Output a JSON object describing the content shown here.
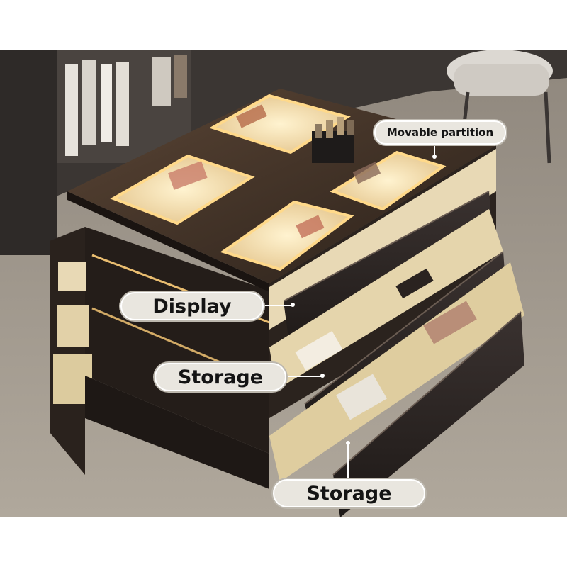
{
  "callouts": {
    "movable_partition": "Movable partition",
    "display": "Display",
    "storage_middle": "Storage",
    "storage_bottom": "Storage"
  },
  "colors": {
    "cabinet_dark": "#2a221d",
    "drawer_interior": "#e8d9b5",
    "led_glow": "#ffcf7a",
    "floor": "#a39a8d",
    "wall": "#3a3532",
    "label_bg": "#e9e6df"
  }
}
